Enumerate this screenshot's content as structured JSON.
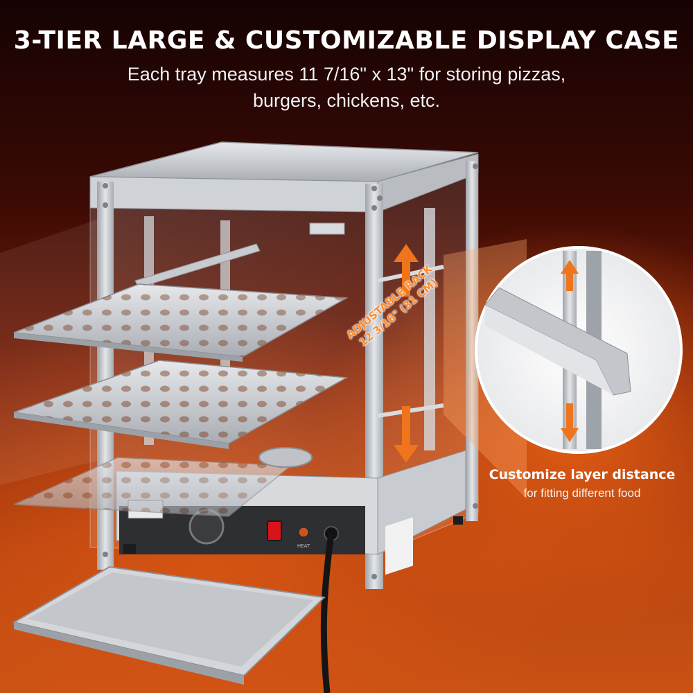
{
  "headline": "3-TIER LARGE & CUSTOMIZABLE DISPLAY CASE",
  "subheadline": {
    "line1": "Each tray measures 11 7/16\" x 13\" for storing pizzas,",
    "line2": "burgers, chickens, etc."
  },
  "rack_label": {
    "line1": "ADJUSTABLE RACK",
    "line2": "12 3/16\" (31 CM)"
  },
  "callout": {
    "title": "Customize layer distance",
    "subtitle": "for fitting different food"
  },
  "control_panel": {
    "heat_label": "HEAT"
  },
  "colors": {
    "accent_orange": "#f0741c",
    "background_dark": "#150303",
    "background_warm": "#c95214",
    "steel": "#c9ccd0"
  },
  "icons": [
    "up-arrow-icon",
    "down-arrow-icon",
    "power-switch-icon",
    "heat-knob-icon"
  ]
}
